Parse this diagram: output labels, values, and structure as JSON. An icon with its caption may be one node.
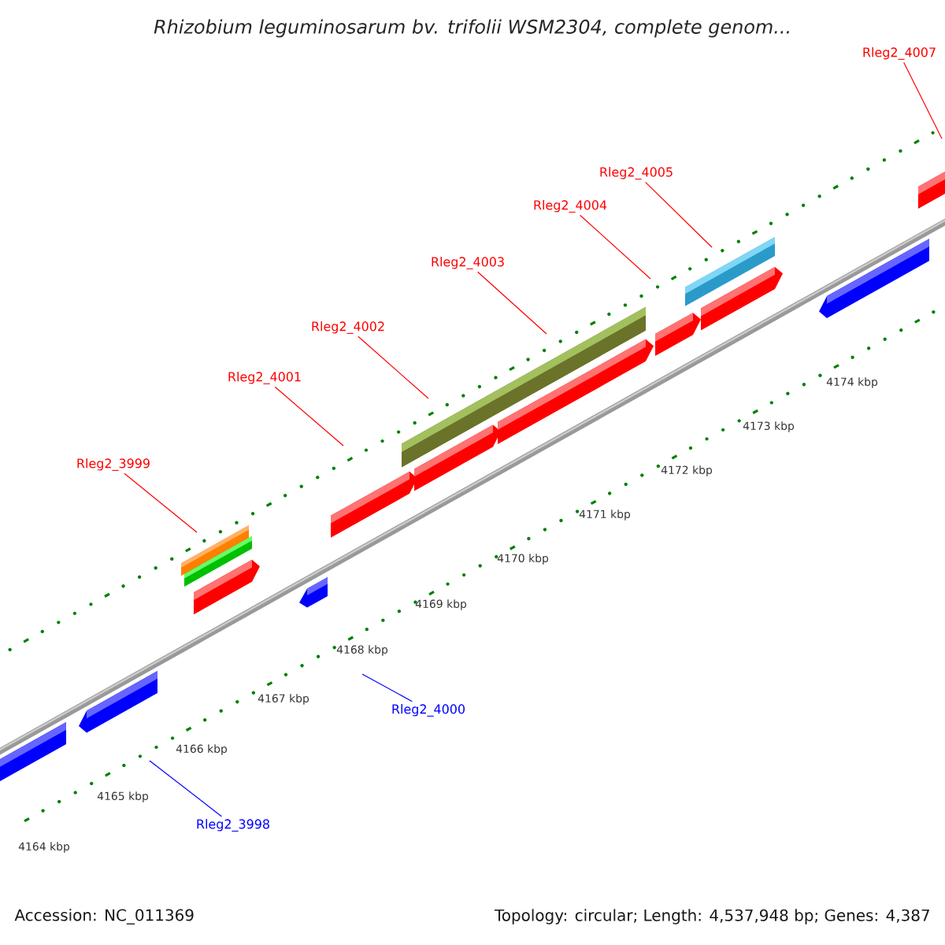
{
  "diagram": {
    "title": "Rhizobium leguminosarum bv. trifolii WSM2304, complete genom...",
    "nodes": [
      {
        "text": [
          "Rleg2_4007"
        ]
      },
      {
        "text": [
          "Rleg2_4005"
        ]
      },
      {
        "text": [
          "Rleg2_4004"
        ]
      },
      {
        "text": [
          "Rleg2_4003"
        ]
      },
      {
        "text": [
          "Rleg2_4002"
        ]
      },
      {
        "text": [
          "Rleg2_4001"
        ]
      },
      {
        "text": [
          "Rleg2_3999"
        ]
      },
      {
        "text": [
          "Rleg2_4000"
        ]
      },
      {
        "text": [
          "Rleg2_3998"
        ]
      }
    ],
    "edges": [
      {
        "from": 0,
        "to": null,
        "arrow": "none"
      },
      {
        "from": 1,
        "to": null,
        "arrow": "none"
      },
      {
        "from": 2,
        "to": null,
        "arrow": "none"
      },
      {
        "from": 3,
        "to": null,
        "arrow": "none"
      },
      {
        "from": 4,
        "to": null,
        "arrow": "none"
      },
      {
        "from": 5,
        "to": null,
        "arrow": "none"
      },
      {
        "from": 6,
        "to": null,
        "arrow": "none"
      },
      {
        "from": 7,
        "to": null,
        "arrow": "none",
        "color": "#0000ff"
      },
      {
        "from": 8,
        "to": null,
        "arrow": "none",
        "color": "#0000ff"
      }
    ],
    "labels": [
      "4174 kbp",
      "4173 kbp",
      "4172 kbp",
      "4171 kbp",
      "4170 kbp",
      "4169 kbp",
      "4168 kbp",
      "4167 kbp",
      "4166 kbp",
      "4165 kbp",
      "4164 kbp",
      "Accession: NC_011369",
      "Topology: circular; Length: 4,537,948 bp; Genes: 4,387"
    ]
  }
}
